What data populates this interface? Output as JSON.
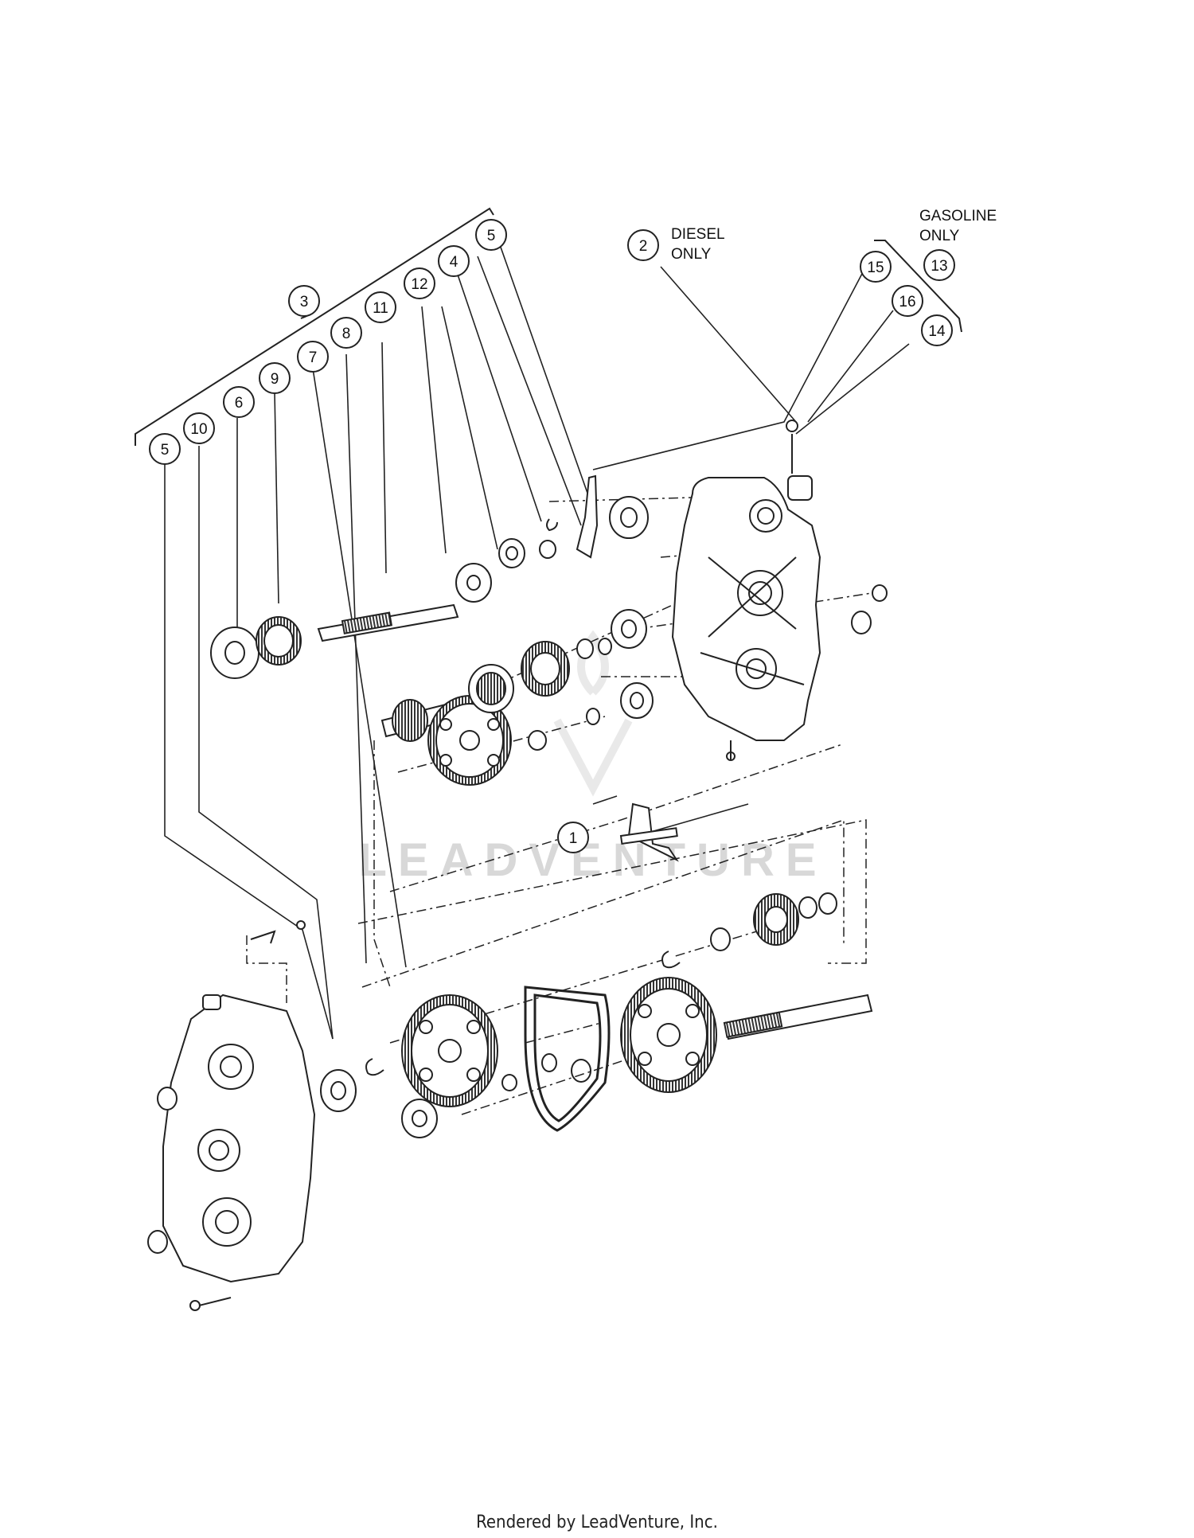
{
  "callouts": [
    "1",
    "2",
    "3",
    "4",
    "5",
    "5",
    "6",
    "7",
    "8",
    "9",
    "10",
    "11",
    "12",
    "13",
    "14",
    "15",
    "16"
  ],
  "notes": {
    "diesel_line1": "DIESEL",
    "diesel_line2": "ONLY",
    "gasoline_line1": "GASOLINE",
    "gasoline_line2": "ONLY"
  },
  "watermark": "LEADVENTURE",
  "footer": "Rendered by LeadVenture, Inc."
}
